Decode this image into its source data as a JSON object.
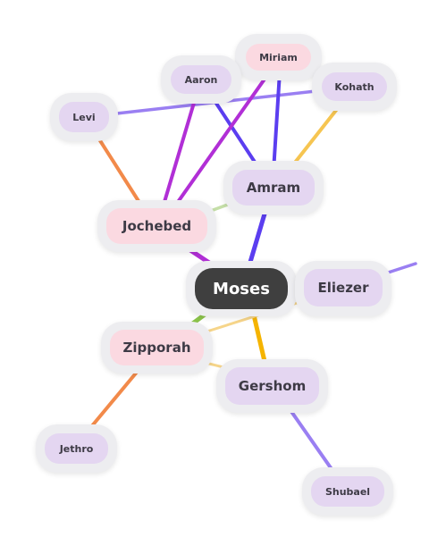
{
  "nodes": {
    "moses": {
      "label": "Moses"
    },
    "eliezer": {
      "label": "Eliezer"
    },
    "gershom": {
      "label": "Gershom"
    },
    "zipporah": {
      "label": "Zipporah"
    },
    "jochebed": {
      "label": "Jochebed"
    },
    "amram": {
      "label": "Amram"
    },
    "aaron": {
      "label": "Aaron"
    },
    "miriam": {
      "label": "Miriam"
    },
    "kohath": {
      "label": "Kohath"
    },
    "levi": {
      "label": "Levi"
    },
    "jethro": {
      "label": "Jethro"
    },
    "shubael": {
      "label": "Shubael"
    }
  },
  "colors": {
    "center_fill": "#3f3f3f",
    "purple_fill": "#e4d6f1",
    "pink_fill": "#fbd9e1",
    "edge_violet": "#5b3ef0",
    "edge_magenta": "#b12fd6",
    "edge_orange": "#f28a4a",
    "edge_amber": "#f5b400",
    "edge_green": "#8bc34a",
    "edge_lavender": "#9a7ff2"
  }
}
